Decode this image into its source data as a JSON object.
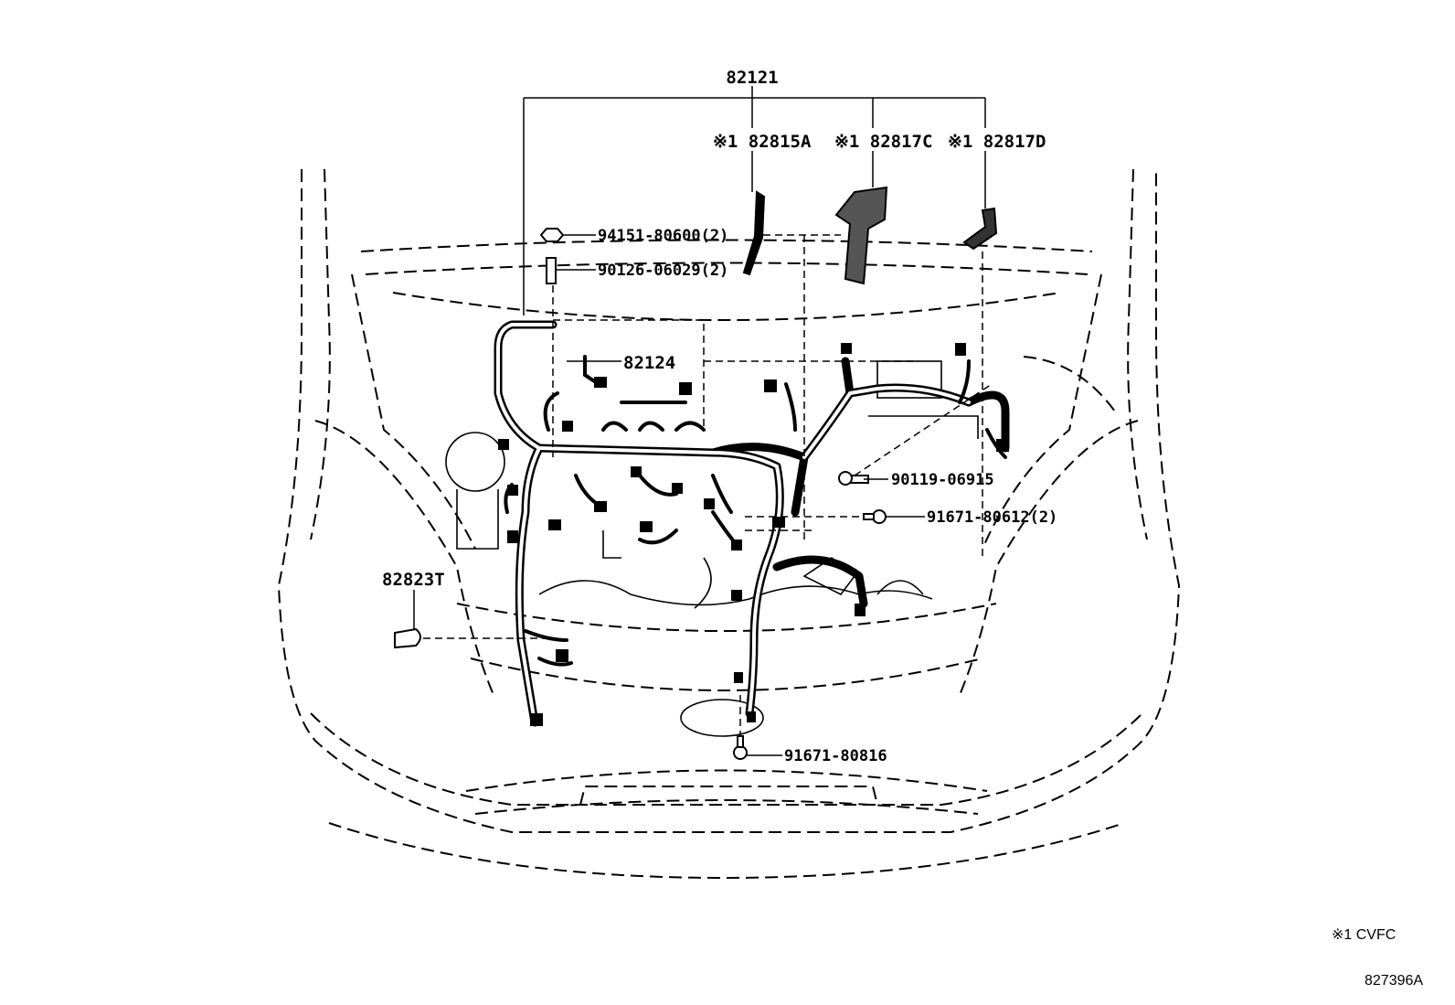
{
  "labels": {
    "main_harness": "82121",
    "marked_82815a": "※1 82815A",
    "marked_82817c": "※1 82817C",
    "marked_82817d": "※1 82817D",
    "nut": "94151-80600(2)",
    "stud": "90126-06029(2)",
    "sub_harness": "82124",
    "bolt_90119": "90119-06915",
    "bolt_91671_80612": "91671-80612(2)",
    "cover": "82823T",
    "bolt_91671_80816": "91671-80816"
  },
  "footnote": {
    "marker_note": "※1 CVFC",
    "illustration_code": "827396A"
  },
  "colors": {
    "ink": "#000000",
    "harness": "#4a4a4a",
    "background": "#ffffff"
  }
}
